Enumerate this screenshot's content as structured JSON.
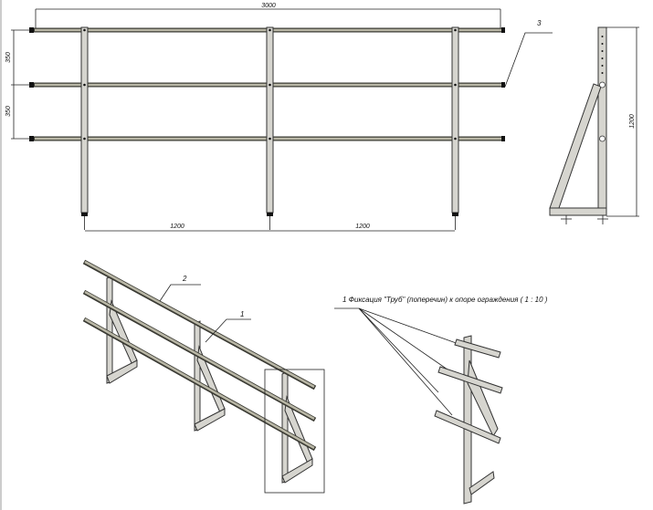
{
  "front_view": {
    "overall_length": "3000",
    "rail_spacing_top": "350",
    "rail_spacing_bottom": "350",
    "post_spacing_left": "1200",
    "post_spacing_right": "1200",
    "callout_end_cap": "3"
  },
  "side_view": {
    "height": "1200"
  },
  "isometric_view": {
    "callout_rail": "2",
    "callout_fixation": "1"
  },
  "detail_view": {
    "caption": "1 Фиксация \"Труб\" (поперечин) к опоре ограждения ( 1 : 10 )"
  }
}
